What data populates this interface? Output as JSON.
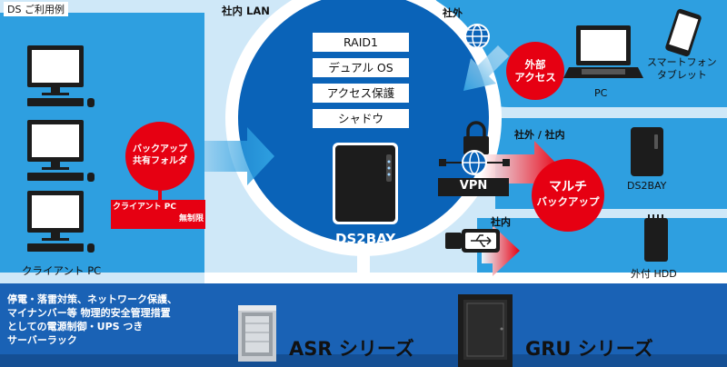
{
  "colors": {
    "bg_light": "#cfe8f8",
    "panel": "#2e9fe0",
    "network": "#0a63b8",
    "dark_band": "#1a62b5",
    "accent_red": "#e60012",
    "white": "#ffffff",
    "black": "#111111"
  },
  "ds_usage_label": "DS ご利用例",
  "lan_label": "社内 LAN",
  "outside_label": "社外",
  "outside_inside_label": "社外 / 社内",
  "inside_label": "社内",
  "client_pc_label": "クライアント PC",
  "features": [
    "RAID1",
    "デュアル OS",
    "アクセス保護",
    "シャドウ"
  ],
  "device_name": "DS2BAY",
  "backup_bubble": {
    "line1": "バックアップ",
    "line2": "共有フォルダ"
  },
  "client_unlimited": {
    "line1": "クライアント PC",
    "line2": "無制限"
  },
  "external_access_bubble": {
    "line1": "外部",
    "line2": "アクセス"
  },
  "multi_backup_bubble": {
    "line1": "マルチ",
    "line2": "バックアップ"
  },
  "vpn_label": "VPN",
  "pc_label": "PC",
  "smartphone_label": "スマートフォン\nタブレット",
  "ds2bay_remote_label": "DS2BAY",
  "external_hdd_label": "外付 HDD",
  "rack_text": "停電・落雷対策、ネットワーク保護、\nマイナンバー等 物理的安全管理措置\nとしての電源制御・UPS つき\nサーバーラック",
  "asr_label": "ASR シリーズ",
  "gru_label": "GRU シリーズ",
  "icons": [
    "desktop-pc-icon",
    "globe-icon",
    "laptop-icon",
    "smartphone-icon",
    "padlock-icon",
    "usb-plug-icon",
    "nas-icon",
    "hdd-icon",
    "server-rack-icon",
    "arrow-icon"
  ]
}
